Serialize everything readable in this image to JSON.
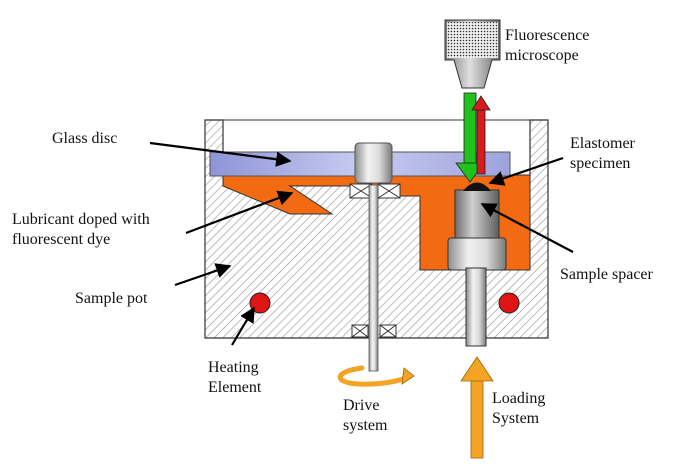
{
  "labels": {
    "fluorescence_microscope": [
      "Fluorescence",
      "microscope"
    ],
    "glass_disc": "Glass disc",
    "elastomer_specimen": [
      "Elastomer",
      "specimen"
    ],
    "lubricant": [
      "Lubricant doped with",
      "fluorescent dye"
    ],
    "sample_spacer": "Sample spacer",
    "sample_pot": "Sample pot",
    "heating_element": [
      "Heating",
      "Element"
    ],
    "drive_system": [
      "Drive",
      "system"
    ],
    "loading_system": [
      "Loading",
      "System"
    ]
  },
  "colors": {
    "lubricant": "#f26a12",
    "glass": "#b9bde6",
    "hatch": "#9a9a9a",
    "excitation": "#22c21c",
    "emission": "#d61c1c",
    "motion": "#f4a424",
    "heater": "#e01414"
  }
}
